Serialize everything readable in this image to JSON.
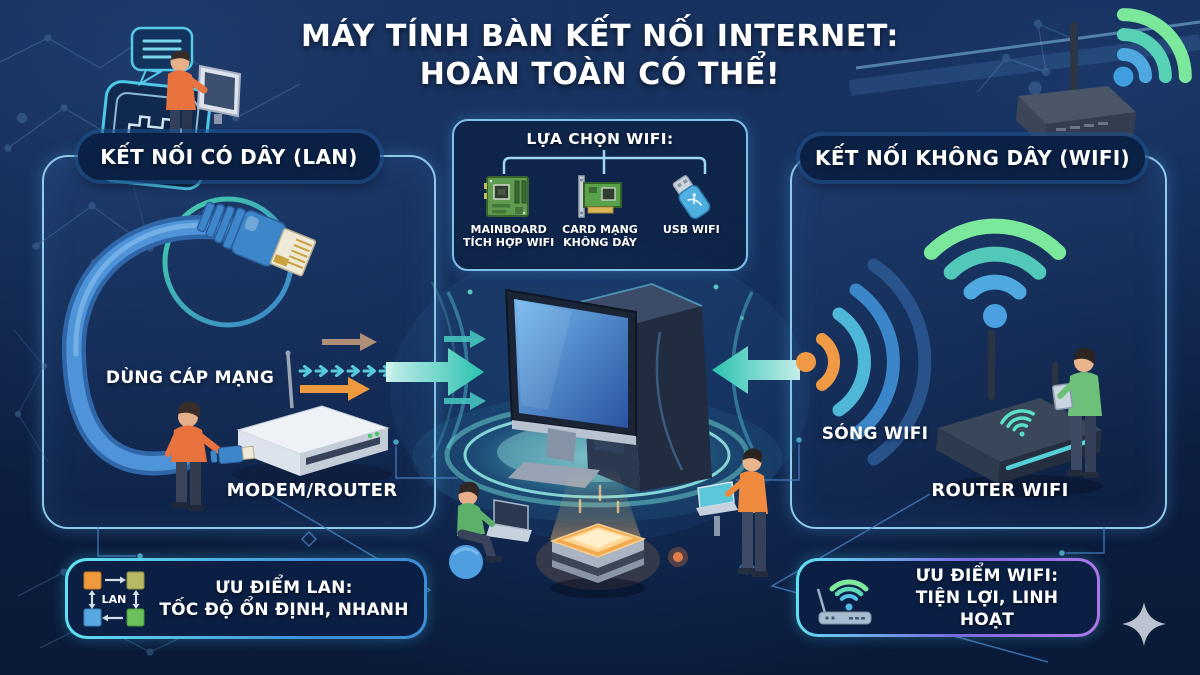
{
  "title": {
    "line1": "MÁY TÍNH BÀN KẾT NỐI INTERNET:",
    "line2": "HOÀN TOÀN CÓ THỂ!"
  },
  "left_panel": {
    "header": "KẾT NỐI CÓ DÂY (LAN)",
    "cable_label": "DÙNG CÁP MẠNG",
    "device_label": "MODEM/ROUTER"
  },
  "wifi_options_box": {
    "title": "LỰA CHỌN WIFI:",
    "options": [
      {
        "line1": "MAINBOARD",
        "line2": "TÍCH HỢP WIFI"
      },
      {
        "line1": "CARD MẠNG",
        "line2": "KHÔNG DÂY"
      },
      {
        "line1": "USB WIFI",
        "line2": ""
      }
    ]
  },
  "right_panel": {
    "header": "KẾT NỐI KHÔNG DÂY (WIFI)",
    "wave_label": "SÓNG WIFI",
    "device_label": "ROUTER WIFI"
  },
  "lan_badge": {
    "title": "ƯU ĐIỂM LAN:",
    "subtitle": "TỐC ĐỘ ỔN ĐỊNH, NHANH",
    "icon_label": "LAN"
  },
  "wifi_badge": {
    "title": "ƯU ĐIỂM WIFI:",
    "subtitle": "TIỆN LỢI, LINH HOẠT"
  },
  "colors": {
    "background": "#0d1f42",
    "panel_border": "#8ec9ea",
    "accent_teal": "#2cc6ac",
    "accent_orange": "#f09a40",
    "wifi_green": "#7ce89c",
    "wifi_blue": "#4aa0e0",
    "badge_border_cyan": "#62e4f2",
    "badge_border_purple": "#b078e8"
  }
}
